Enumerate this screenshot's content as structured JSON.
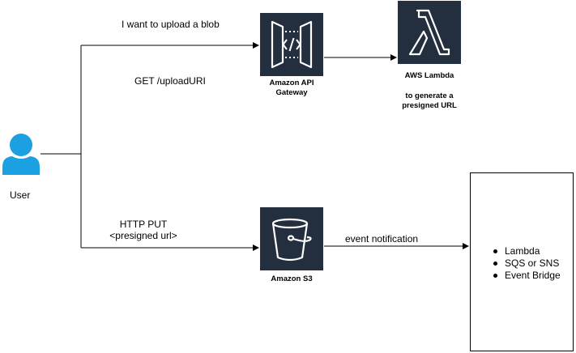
{
  "user": {
    "label": "User"
  },
  "edges": {
    "upload_request": "I want to upload a blob",
    "get_upload_uri": "GET /uploadURI",
    "http_put_line1": "HTTP PUT",
    "http_put_line2": "<presigned url>",
    "event_notification": "event notification"
  },
  "services": {
    "api_gateway": {
      "line1": "Amazon API",
      "line2": "Gateway",
      "icon": "api-gateway-icon"
    },
    "lambda": {
      "label": "AWS Lambda",
      "note_line1": "to generate a",
      "note_line2": "presigned URL",
      "icon": "lambda-icon"
    },
    "s3": {
      "label": "Amazon S3",
      "icon": "s3-bucket-icon"
    }
  },
  "targets": {
    "items": [
      "Lambda",
      "SQS or SNS",
      "Event Bridge"
    ]
  },
  "colors": {
    "user_icon": "#1ba1e2",
    "service_background": "#232f3e",
    "service_glyph": "#ffffff",
    "lines": "#000000"
  }
}
